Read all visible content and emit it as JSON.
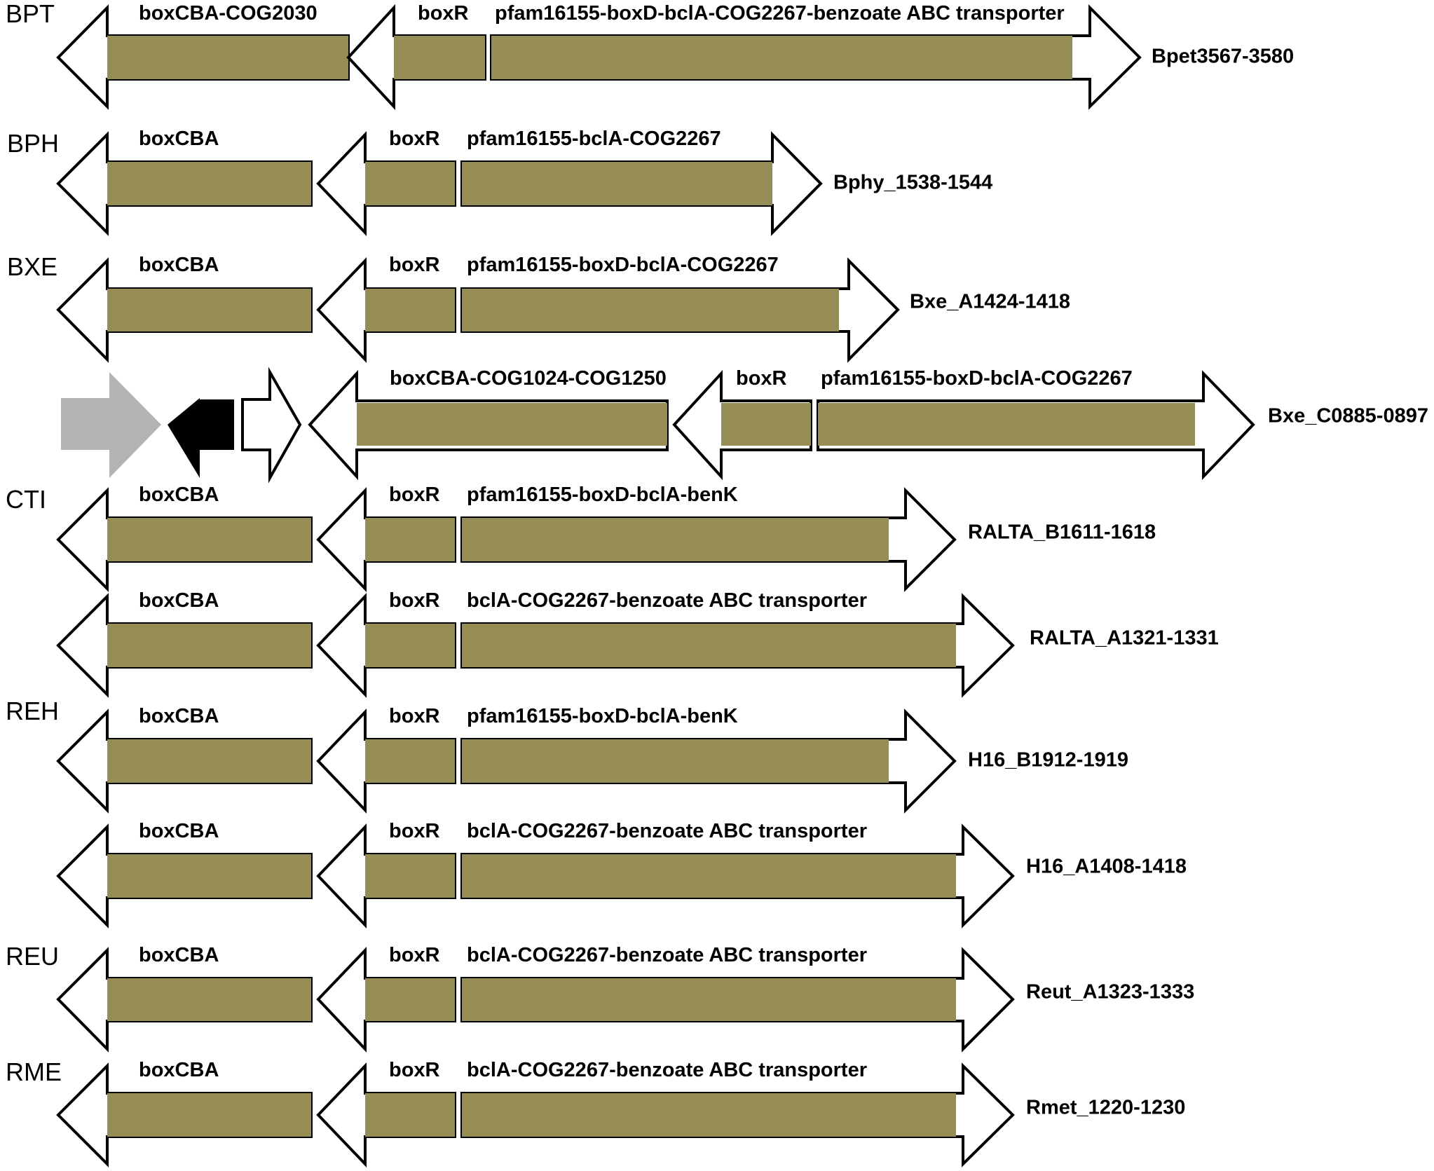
{
  "organisms": [
    "BPT",
    "BPH",
    "BXE",
    "CTI",
    "REH",
    "REU",
    "RME"
  ],
  "rows": [
    {
      "organism": "BPT",
      "locus": "Bpet3567-3580",
      "labels": [
        "boxCBA-COG2030",
        "boxR",
        "pfam16155-boxD-bclA-COG2267-benzoate ABC transporter"
      ]
    },
    {
      "organism": "BPH",
      "locus": "Bphy_1538-1544",
      "labels": [
        "boxCBA",
        "boxR",
        "pfam16155-bclA-COG2267"
      ]
    },
    {
      "organism": "BXE",
      "locus": "Bxe_A1424-1418",
      "labels": [
        "boxCBA",
        "boxR",
        "pfam16155-boxD-bclA-COG2267"
      ]
    },
    {
      "organism": "",
      "locus": "Bxe_C0885-0897",
      "labels": [
        "boxCBA-COG1024-COG1250",
        "boxR",
        "pfam16155-boxD-bclA-COG2267"
      ]
    },
    {
      "organism": "CTI",
      "locus": "RALTA_B1611-1618",
      "labels": [
        "boxCBA",
        "boxR",
        "pfam16155-boxD-bclA-benK"
      ]
    },
    {
      "organism": "",
      "locus": "RALTA_A1321-1331",
      "labels": [
        "boxCBA",
        "boxR",
        "bclA-COG2267-benzoate ABC transporter"
      ]
    },
    {
      "organism": "REH",
      "locus": "H16_B1912-1919",
      "labels": [
        "boxCBA",
        "boxR",
        "pfam16155-boxD-bclA-benK"
      ]
    },
    {
      "organism": "",
      "locus": "H16_A1408-1418",
      "labels": [
        "boxCBA",
        "boxR",
        "bclA-COG2267-benzoate ABC transporter"
      ]
    },
    {
      "organism": "REU",
      "locus": "Reut_A1323-1333",
      "labels": [
        "boxCBA",
        "boxR",
        "bclA-COG2267-benzoate ABC transporter"
      ]
    },
    {
      "organism": "RME",
      "locus": "Rmet_1220-1230",
      "labels": [
        "boxCBA",
        "boxR",
        "bclA-COG2267-benzoate ABC transporter"
      ]
    }
  ],
  "colors": {
    "gene_fill": "#968c56",
    "arrow_outline": "#000000",
    "legend_gray": "#b3b3b3",
    "legend_black": "#000000",
    "legend_white": "#ffffff"
  }
}
